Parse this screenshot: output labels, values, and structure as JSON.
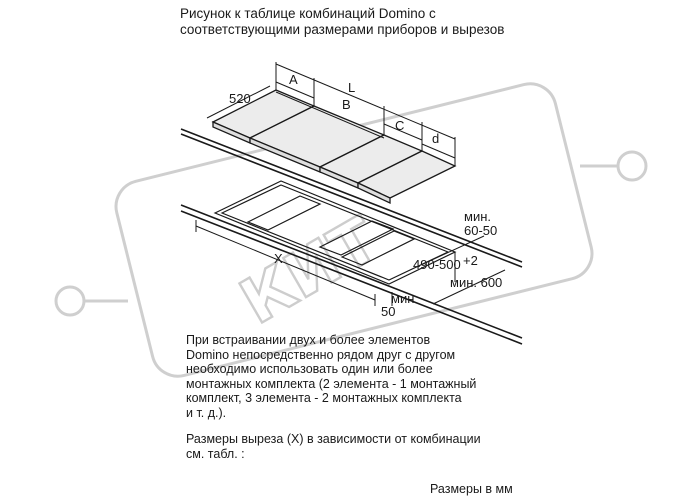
{
  "caption": "Рисунок к таблице комбинаций Domino с\nсоответствующими размерами приборов и вырезов",
  "dimensions": {
    "depth": "520",
    "A": "A",
    "B": "B",
    "C": "C",
    "d": "d",
    "L": "L",
    "X": "X",
    "min_60_50": "мин.\n60-50",
    "cutout_depth": "490-500",
    "plus_2": "+2",
    "min_600": "мин. 600",
    "min_50": "мин\n50"
  },
  "watermark": {
    "text": "КИТ"
  },
  "body": {
    "paragraph1": "При встраивании двух и более элементов\nDomino непосредственно рядом друг с другом\nнеобходимо использовать один или более\nмонтажных комплекта (2 элемента - 1 монтажный\nкомплект, 3 элемента - 2 монтажных комплекта\nи т. д.).",
    "paragraph2": "Размеры выреза (X) в зависимости от комбинации\nсм. табл. :",
    "units_note": "Размеры в мм"
  },
  "colors": {
    "line": "#1a1a1a",
    "hob_fill": "#ececec",
    "watermark": "#cdcdcd"
  }
}
